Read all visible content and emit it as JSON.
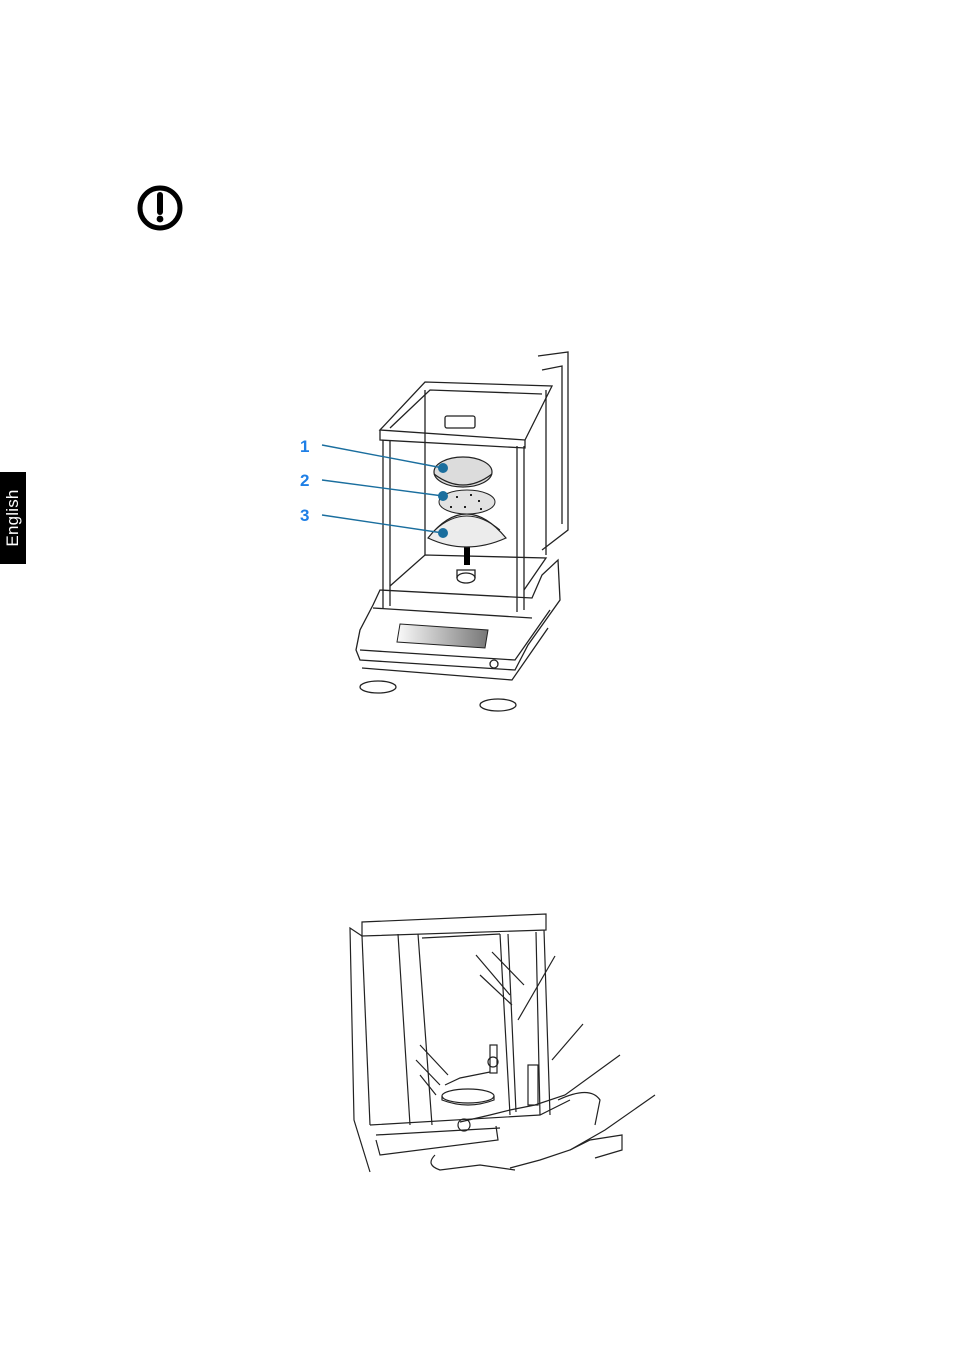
{
  "side_tab": {
    "label": "English",
    "background": "#000000",
    "color": "#ffffff"
  },
  "notice": {
    "icon": "exclamation-circle-icon"
  },
  "figure_1": {
    "subject": "analytical balance with draft shield, weighing pan assembly exploded",
    "callouts": [
      {
        "number": "1",
        "target": "weighing pan"
      },
      {
        "number": "2",
        "target": "pan support plate"
      },
      {
        "number": "3",
        "target": "shield ring"
      }
    ],
    "callout_color": "#1e7fe6",
    "leader_color": "#1a6e9e"
  },
  "figure_2": {
    "subject": "hands lifting/carrying the balance with draft shield"
  }
}
